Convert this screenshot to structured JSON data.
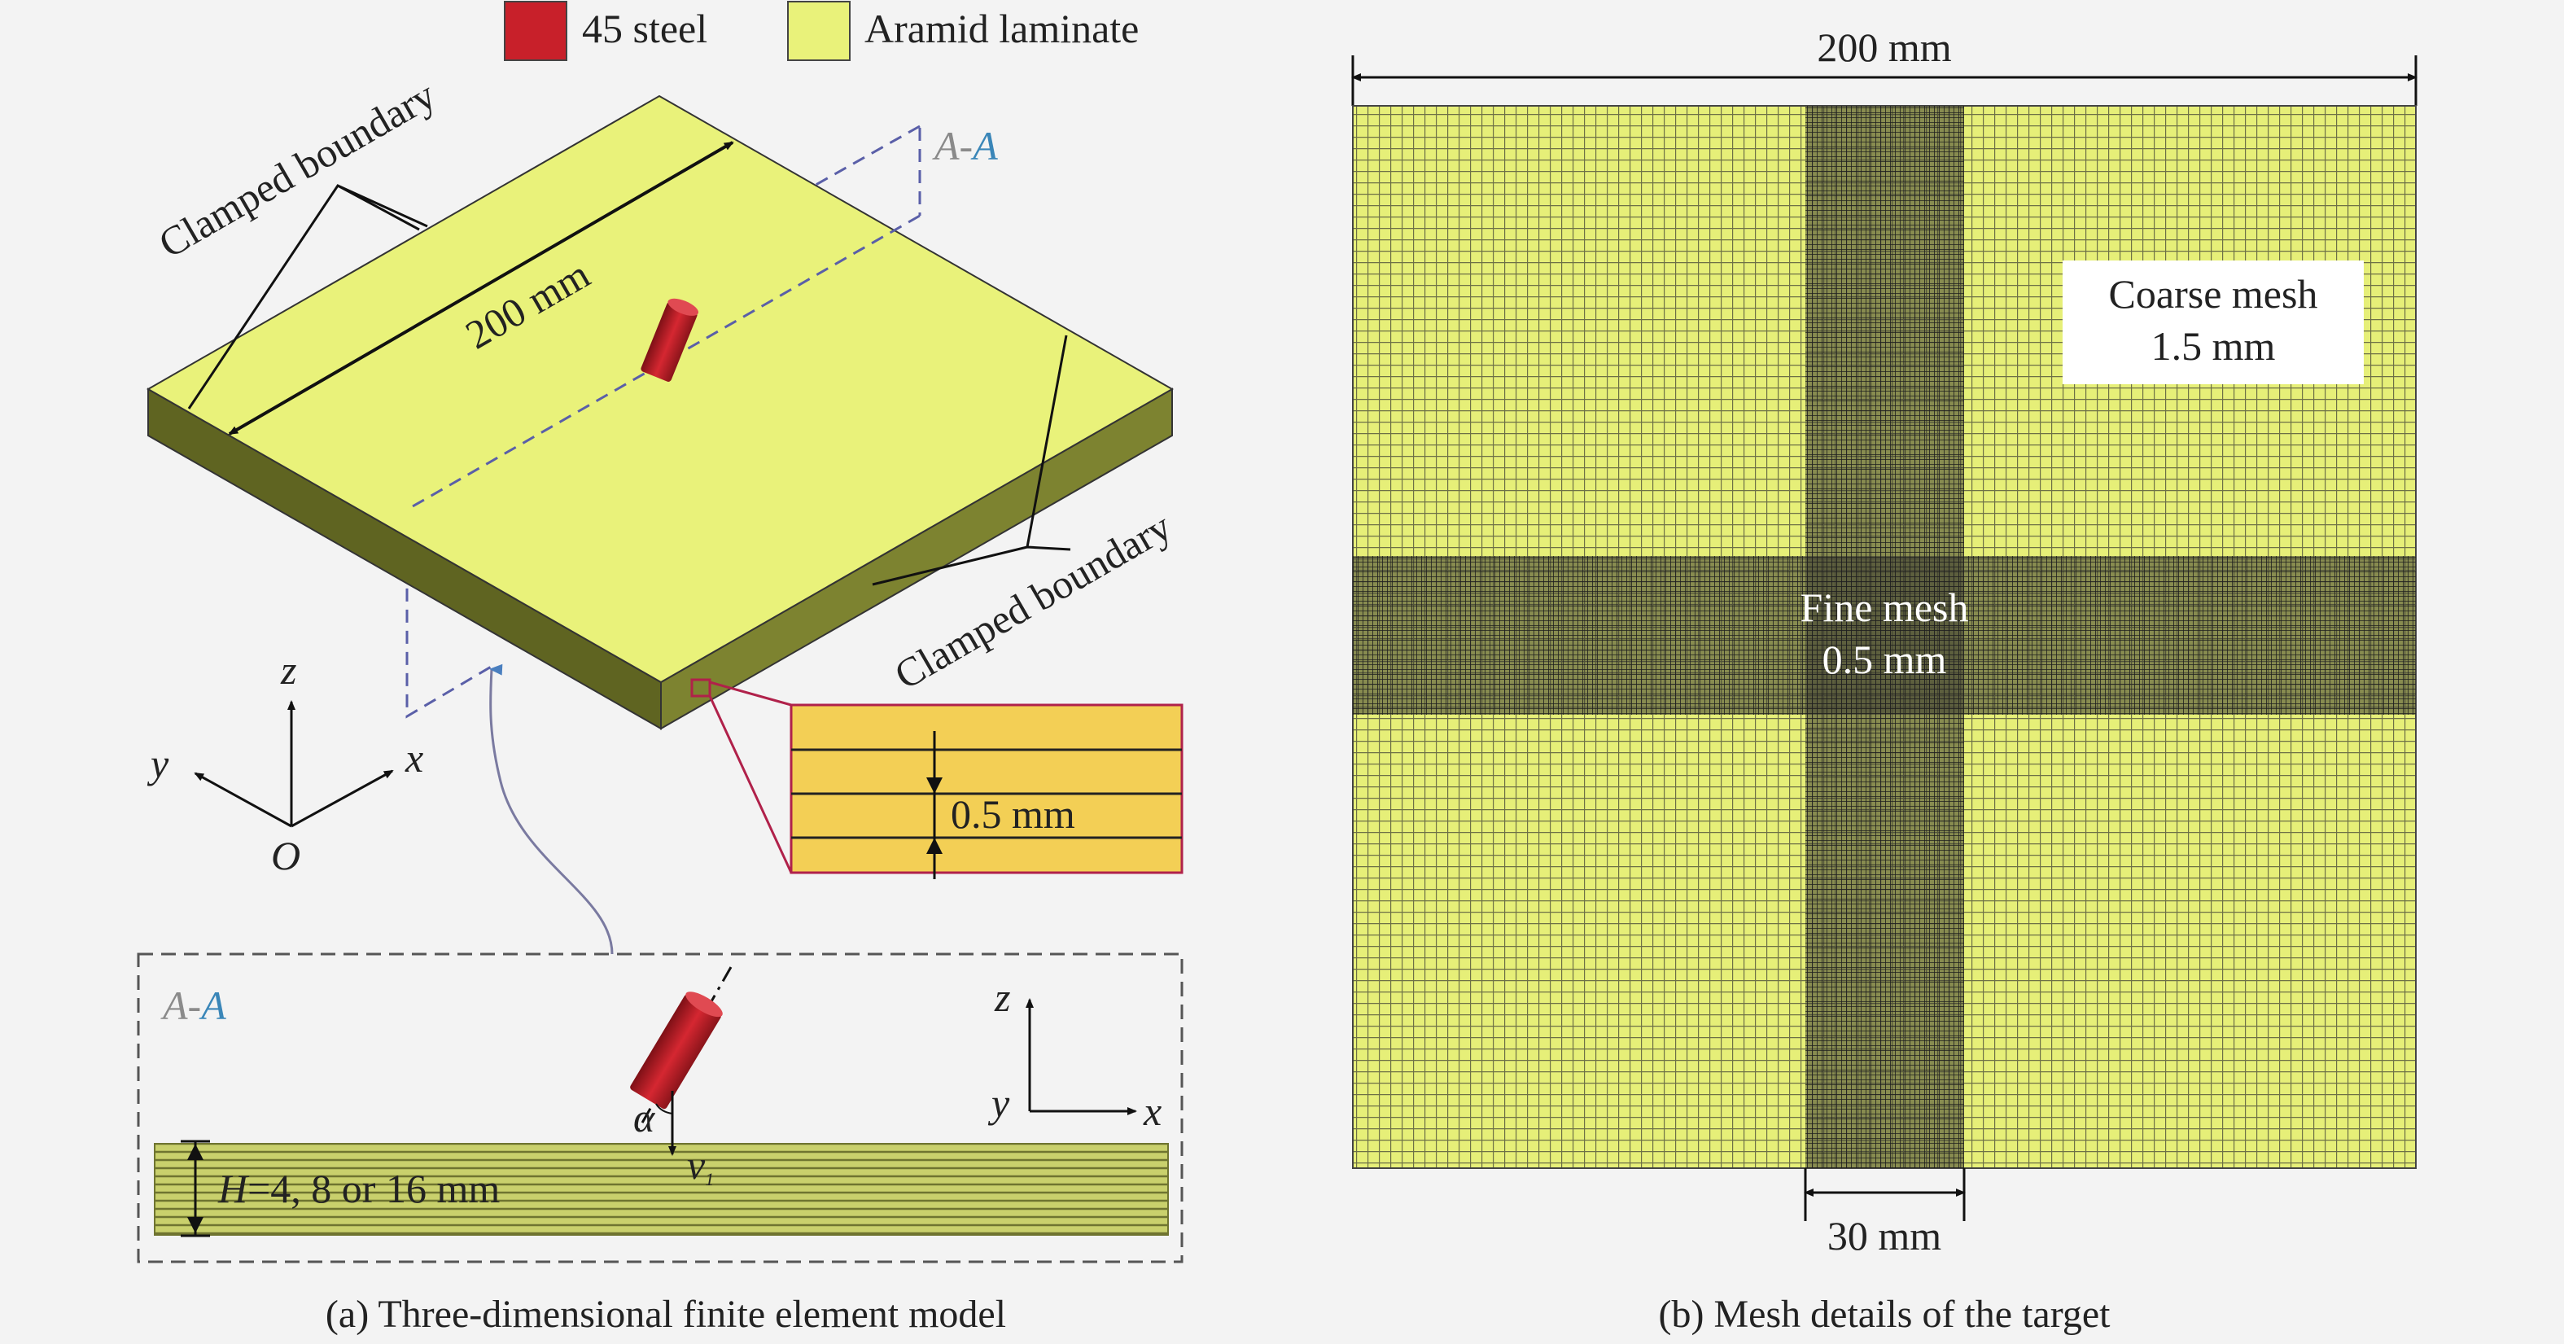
{
  "legend": {
    "items": [
      {
        "label": "45 steel",
        "color": "#c8202a"
      },
      {
        "label": "Aramid laminate",
        "color": "#e9f27a"
      }
    ]
  },
  "panel_a": {
    "caption": "(a) Three-dimensional finite element model",
    "clamped_label_1": "Clamped boundary",
    "clamped_label_2": "Clamped boundary",
    "dimension_label": "200 mm",
    "section_label_left": "A",
    "section_label_dash": "-",
    "section_label_right": "A",
    "layer_thickness": "0.5 mm",
    "axes": {
      "x": "x",
      "y": "y",
      "z": "z",
      "origin": "O"
    },
    "section": {
      "label_left": "A",
      "label_dash": "-",
      "label_right": "A",
      "thickness_label": "H=4, 8 or 16 mm",
      "thickness_var": "H",
      "thickness_rest": "=4, 8 or 16 mm",
      "angle_symbol": "α",
      "velocity_symbol": "v",
      "velocity_subscript": "1",
      "axes": {
        "x": "x",
        "y": "y",
        "z": "z"
      }
    }
  },
  "panel_b": {
    "caption": "(b) Mesh details of the target",
    "width_label": "200 mm",
    "fine_width_label": "30 mm",
    "coarse_title": "Coarse mesh",
    "coarse_size": "1.5 mm",
    "fine_title": "Fine mesh",
    "fine_size": "0.5 mm"
  },
  "colors": {
    "steel": "#c8202a",
    "laminate": "#e9f27a",
    "laminate_side": "#7a8030",
    "layer_fill": "#f3cf55",
    "zoom_border": "#b0214a",
    "mesh_line": "#6e6e52",
    "fine_band": "#2a2a2a",
    "section_dash": "#5a5fa8"
  }
}
